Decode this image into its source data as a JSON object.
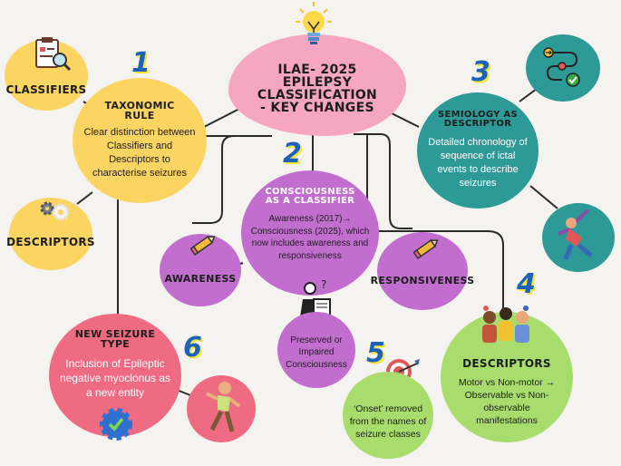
{
  "colors": {
    "pink": "#f6a6c1",
    "yellow": "#fcd462",
    "teal": "#2e9a97",
    "purple": "#c26ecf",
    "green": "#a8dc6d",
    "red": "#ee6b82",
    "number_blue": "#1e62b8",
    "number_yellow": "#f2e53a",
    "line": "#2a2a2a"
  },
  "central": {
    "title": "ILAE- 2025 Epilepsy Classification - Key Changes",
    "icon": "lightbulb-icon"
  },
  "classifiers": {
    "label": "Classifiers",
    "icon": "clipboard-magnifier-icon"
  },
  "descriptors_small": {
    "label": "Descriptors",
    "icon": "gears-icon"
  },
  "taxonomic": {
    "number": "1",
    "title": "Taxonomic Rule",
    "text": "Clear distinction between Classifiers and Descriptors to characterise seizures"
  },
  "consciousness": {
    "number": "2",
    "title": "Consciousness as a classifier",
    "text": "Awareness (2017)→ Consciousness (2025), which now includes awareness and responsiveness",
    "icon": "person-reading-question-icon"
  },
  "awareness": {
    "label": "Awareness",
    "icon": "pencil-icon"
  },
  "responsiveness": {
    "label": "Responsiveness",
    "icon": "pencil-icon"
  },
  "preserved": {
    "text": "Preserved or Impaired Consciousness"
  },
  "semiology": {
    "number": "3",
    "title": "Semiology as descriptor",
    "text": "Detailed chronology of sequence of ictal events to describe seizures",
    "icon": "flowchart-icon"
  },
  "jumping_person": {
    "icon": "jumping-person-icon"
  },
  "descriptors_main": {
    "number": "4",
    "title": "Descriptors",
    "text": "Motor vs Non-motor → Observable vs Non-observable manifestations",
    "icon": "people-group-icon"
  },
  "onset": {
    "number": "5",
    "text": "‘Onset’ removed from the names of seizure classes",
    "icon": "target-arrow-icon"
  },
  "new_type": {
    "number": "6",
    "title": "New Seizure Type",
    "text": "Inclusion of Epileptic negative myoclonus as a new entity",
    "icon": "gear-check-icon"
  },
  "falling_person": {
    "icon": "falling-person-icon"
  }
}
